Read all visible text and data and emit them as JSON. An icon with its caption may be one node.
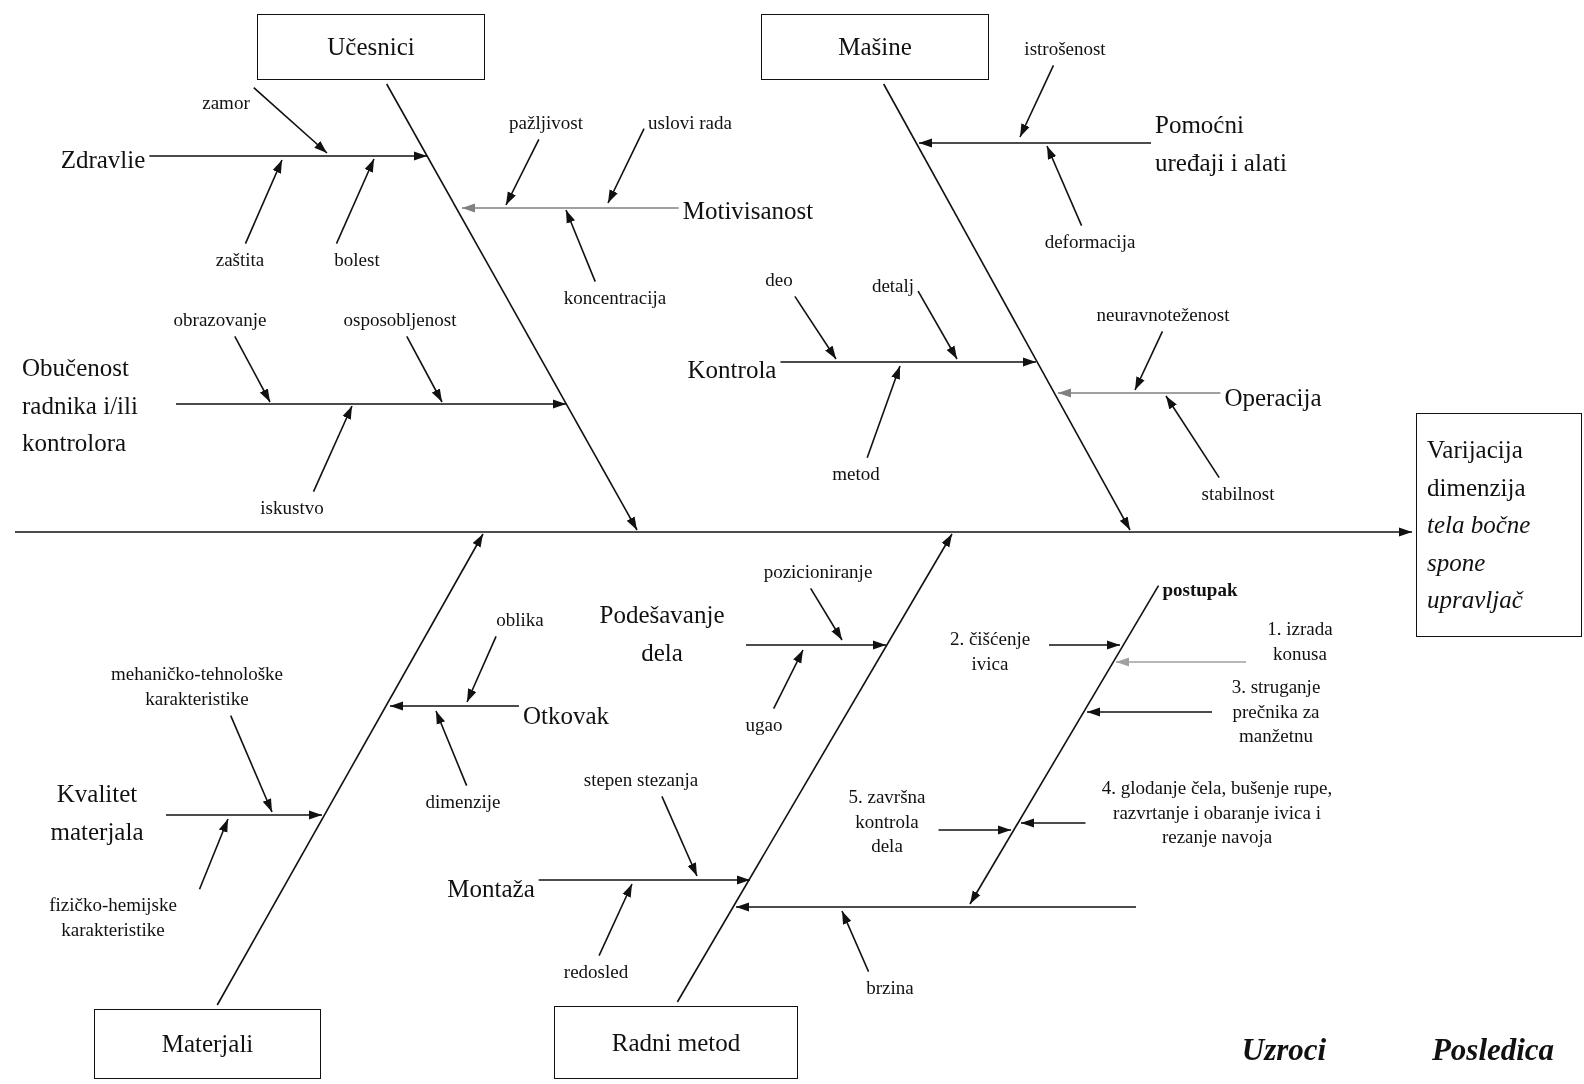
{
  "diagram": {
    "nodes": [
      {
        "text": [
          "Učesnici"
        ]
      },
      {
        "text": [
          "Mašine"
        ]
      },
      {
        "text": [
          "istrošenost"
        ]
      },
      {
        "text": [
          "zamor"
        ]
      },
      {
        "text": [
          "pažljivost"
        ]
      },
      {
        "text": [
          "uslovi rada"
        ]
      },
      {
        "text": [
          "Pomoćni uređaji i alati"
        ]
      },
      {
        "text": [
          "Zdravlie"
        ]
      },
      {
        "text": [
          "Motivisanost"
        ]
      },
      {
        "text": [
          "deformacija"
        ]
      },
      {
        "text": [
          "zaštita"
        ]
      },
      {
        "text": [
          "bolest"
        ]
      },
      {
        "text": [
          "deo"
        ]
      },
      {
        "text": [
          "detalj"
        ]
      },
      {
        "text": [
          "koncentracija"
        ]
      },
      {
        "text": [
          "obrazovanje"
        ]
      },
      {
        "text": [
          "osposobljenost"
        ]
      },
      {
        "text": [
          "neuravnoteženost"
        ]
      },
      {
        "text": [
          "Obučenost radnika i/ili kontrolora"
        ]
      },
      {
        "text": [
          "Kontrola"
        ]
      },
      {
        "text": [
          "Operacija"
        ]
      },
      {
        "text": [
          "metod"
        ]
      },
      {
        "text": [
          "iskustvo"
        ]
      },
      {
        "text": [
          "stabilnost"
        ]
      },
      {
        "text": [
          "Varijacija dimenzija",
          "tela bočne spone upravljač"
        ]
      },
      {
        "text": [
          "pozicioniranje"
        ]
      },
      {
        "text": [
          "postupak"
        ]
      },
      {
        "text": [
          "1. izrada konusa"
        ]
      },
      {
        "text": [
          "oblika"
        ]
      },
      {
        "text": [
          "Podešavanje dela"
        ]
      },
      {
        "text": [
          "2. čišćenje ivica"
        ]
      },
      {
        "text": [
          "mehaničko-tehnološke karakteristike"
        ]
      },
      {
        "text": [
          "Otkovak"
        ]
      },
      {
        "text": [
          "3. struganje prečnika za manžetnu"
        ]
      },
      {
        "text": [
          "ugao"
        ]
      },
      {
        "text": [
          "stepen stezanja"
        ]
      },
      {
        "text": [
          "4. glodanje čela, bušenje rupe, razvrtanje i obaranje ivica i rezanje navoja"
        ]
      },
      {
        "text": [
          "Kvalitet materjala"
        ]
      },
      {
        "text": [
          "dimenzije"
        ]
      },
      {
        "text": [
          "5. završna kontrola dela"
        ]
      },
      {
        "text": [
          "Montaža"
        ]
      },
      {
        "text": [
          "fizičko-hemijske karakteristike"
        ]
      },
      {
        "text": [
          "redosled"
        ]
      },
      {
        "text": [
          "brzina"
        ]
      },
      {
        "text": [
          "Materjali"
        ]
      },
      {
        "text": [
          "Radni metod"
        ]
      }
    ],
    "edges": [
      {
        "from": null,
        "to": 24,
        "arrow": "to"
      },
      {
        "from": 0,
        "to": null,
        "arrow": "to"
      },
      {
        "from": 1,
        "to": null,
        "arrow": "to"
      },
      {
        "from": 44,
        "to": null,
        "arrow": "to"
      },
      {
        "from": 45,
        "to": null,
        "arrow": "to"
      },
      {
        "from": 7,
        "to": null,
        "arrow": "to"
      },
      {
        "from": 3,
        "to": null,
        "arrow": "to"
      },
      {
        "from": 10,
        "to": null,
        "arrow": "to"
      },
      {
        "from": 11,
        "to": null,
        "arrow": "to"
      },
      {
        "from": 8,
        "to": null,
        "arrow": "to",
        "color": "#808080"
      },
      {
        "from": 4,
        "to": null,
        "arrow": "to"
      },
      {
        "from": 5,
        "to": null,
        "arrow": "to"
      },
      {
        "from": 14,
        "to": null,
        "arrow": "to"
      },
      {
        "from": 18,
        "to": null,
        "arrow": "to"
      },
      {
        "from": 15,
        "to": null,
        "arrow": "to"
      },
      {
        "from": 16,
        "to": null,
        "arrow": "to"
      },
      {
        "from": 22,
        "to": null,
        "arrow": "to"
      },
      {
        "from": 6,
        "to": null,
        "arrow": "to"
      },
      {
        "from": 2,
        "to": null,
        "arrow": "to"
      },
      {
        "from": 9,
        "to": null,
        "arrow": "to"
      },
      {
        "from": 19,
        "to": null,
        "arrow": "to"
      },
      {
        "from": 12,
        "to": null,
        "arrow": "to"
      },
      {
        "from": 13,
        "to": null,
        "arrow": "to"
      },
      {
        "from": 21,
        "to": null,
        "arrow": "to"
      },
      {
        "from": 20,
        "to": null,
        "arrow": "to",
        "color": "#808080"
      },
      {
        "from": 17,
        "to": null,
        "arrow": "to"
      },
      {
        "from": 23,
        "to": null,
        "arrow": "to"
      },
      {
        "from": 37,
        "to": null,
        "arrow": "to"
      },
      {
        "from": 31,
        "to": null,
        "arrow": "to"
      },
      {
        "from": 41,
        "to": null,
        "arrow": "to"
      },
      {
        "from": 32,
        "to": null,
        "arrow": "to"
      },
      {
        "from": 28,
        "to": null,
        "arrow": "to"
      },
      {
        "from": 38,
        "to": null,
        "arrow": "to"
      },
      {
        "from": 29,
        "to": null,
        "arrow": "to"
      },
      {
        "from": 25,
        "to": null,
        "arrow": "to"
      },
      {
        "from": 34,
        "to": null,
        "arrow": "to"
      },
      {
        "from": 40,
        "to": null,
        "arrow": "to"
      },
      {
        "from": 35,
        "to": null,
        "arrow": "to"
      },
      {
        "from": 42,
        "to": null,
        "arrow": "to"
      },
      {
        "from": 43,
        "to": null,
        "arrow": "to"
      },
      {
        "from": 26,
        "to": null,
        "arrow": "to"
      },
      {
        "from": 27,
        "to": null,
        "arrow": "to",
        "color": "#a0a0a0"
      },
      {
        "from": 30,
        "to": null,
        "arrow": "to"
      },
      {
        "from": 33,
        "to": null,
        "arrow": "to"
      },
      {
        "from": 36,
        "to": null,
        "arrow": "to"
      },
      {
        "from": 39,
        "to": null,
        "arrow": "to"
      }
    ],
    "labels": [
      "Uzroci",
      "Posledica"
    ]
  }
}
